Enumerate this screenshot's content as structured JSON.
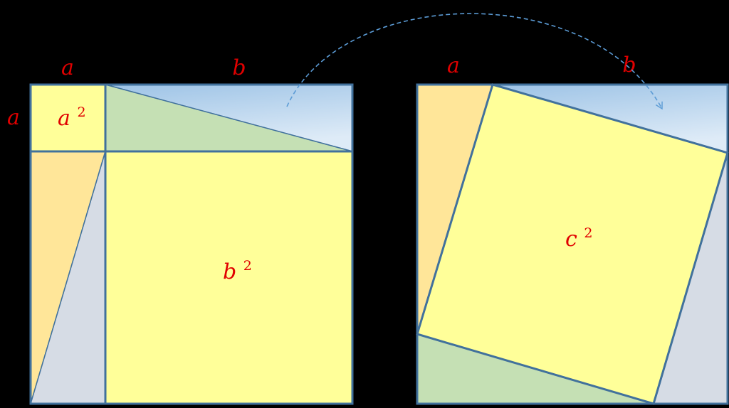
{
  "colors": {
    "background": "#000000",
    "outline": "#41719c",
    "label": "#e00000",
    "square_fill": "#ffff99",
    "triangle_orange": "#ffe699",
    "triangle_gray": "#d6dce5",
    "triangle_green": "#c5e0b4",
    "triangle_blue_top": "#9dc3e6",
    "triangle_blue_bottom": "#deebf7",
    "arrow": "#5b9bd5"
  },
  "left_figure": {
    "side_label_a_top": "a",
    "side_label_b_top": "b",
    "side_label_a_left": "a",
    "small_square": {
      "base": "a",
      "exponent": "2"
    },
    "large_square": {
      "base": "b",
      "exponent": "2"
    }
  },
  "right_figure": {
    "side_label_a_top": "a",
    "side_label_b_top": "b",
    "tilted_square": {
      "base": "c",
      "exponent": "2"
    }
  },
  "arrow": {
    "style": "dashed",
    "direction": "left-to-right"
  }
}
